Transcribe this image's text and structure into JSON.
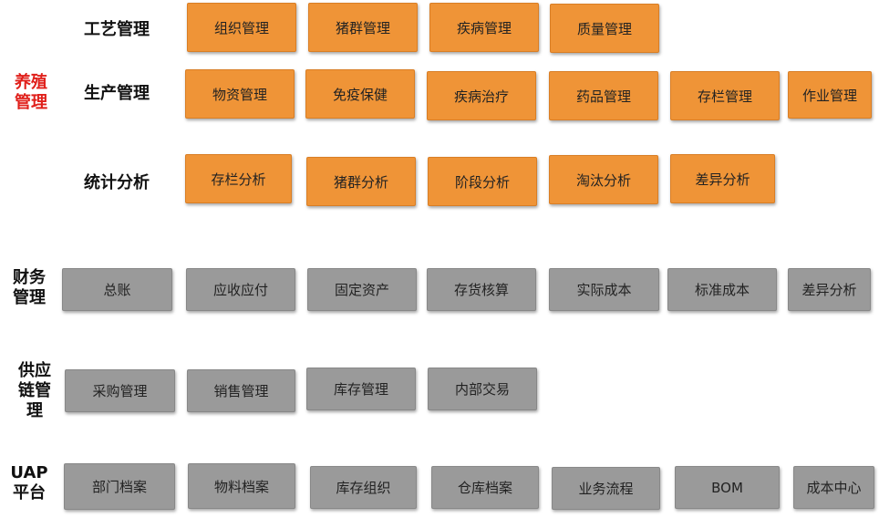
{
  "sections": {
    "breeding": "养殖管理",
    "finance": "财务管理",
    "supply": "供应链管理",
    "uap": "UAP平台"
  },
  "breeding": {
    "process_label": "工艺管理",
    "process_items": [
      "组织管理",
      "猪群管理",
      "疾病管理",
      "质量管理"
    ],
    "production_label": "生产管理",
    "production_items": [
      "物资管理",
      "免疫保健",
      "疾病治疗",
      "药品管理",
      "存栏管理",
      "作业管理"
    ],
    "stats_label": "统计分析",
    "stats_items": [
      "存栏分析",
      "猪群分析",
      "阶段分析",
      "淘汰分析",
      "差异分析"
    ]
  },
  "finance_items": [
    "总账",
    "应收应付",
    "固定资产",
    "存货核算",
    "实际成本",
    "标准成本",
    "差异分析"
  ],
  "supply_items": [
    "采购管理",
    "销售管理",
    "库存管理",
    "内部交易"
  ],
  "uap_items": [
    "部门档案",
    "物料档案",
    "库存组织",
    "仓库档案",
    "业务流程",
    "BOM",
    "成本中心"
  ],
  "colors": {
    "orange": "#ef9437",
    "gray": "#9a9a9a",
    "red": "#e0201b"
  }
}
